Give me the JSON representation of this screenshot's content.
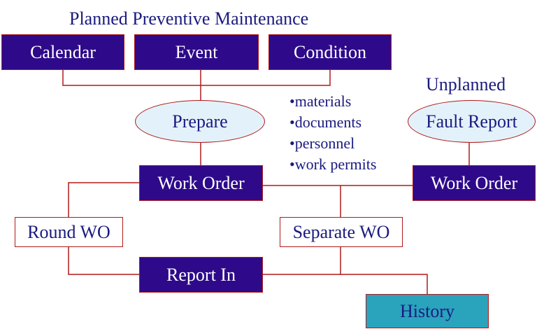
{
  "planned": {
    "title": "Planned Preventive Maintenance",
    "triggers": [
      "Calendar",
      "Event",
      "Condition"
    ],
    "prepare": "Prepare",
    "resources": [
      "materials",
      "documents",
      "personnel",
      "work permits"
    ],
    "work_order": "Work Order"
  },
  "unplanned": {
    "title": "Unplanned",
    "fault_report": "Fault Report",
    "work_order": "Work Order"
  },
  "flow": {
    "round_wo": "Round WO",
    "separate_wo": "Separate WO",
    "report_in": "Report In",
    "history": "History"
  },
  "colors": {
    "box_fill": "#2e0a8a",
    "line": "#b01a1a",
    "ellipse_fill": "#e3f2fa",
    "history_fill": "#2aa3bd",
    "text_dark": "#1a1a80"
  }
}
